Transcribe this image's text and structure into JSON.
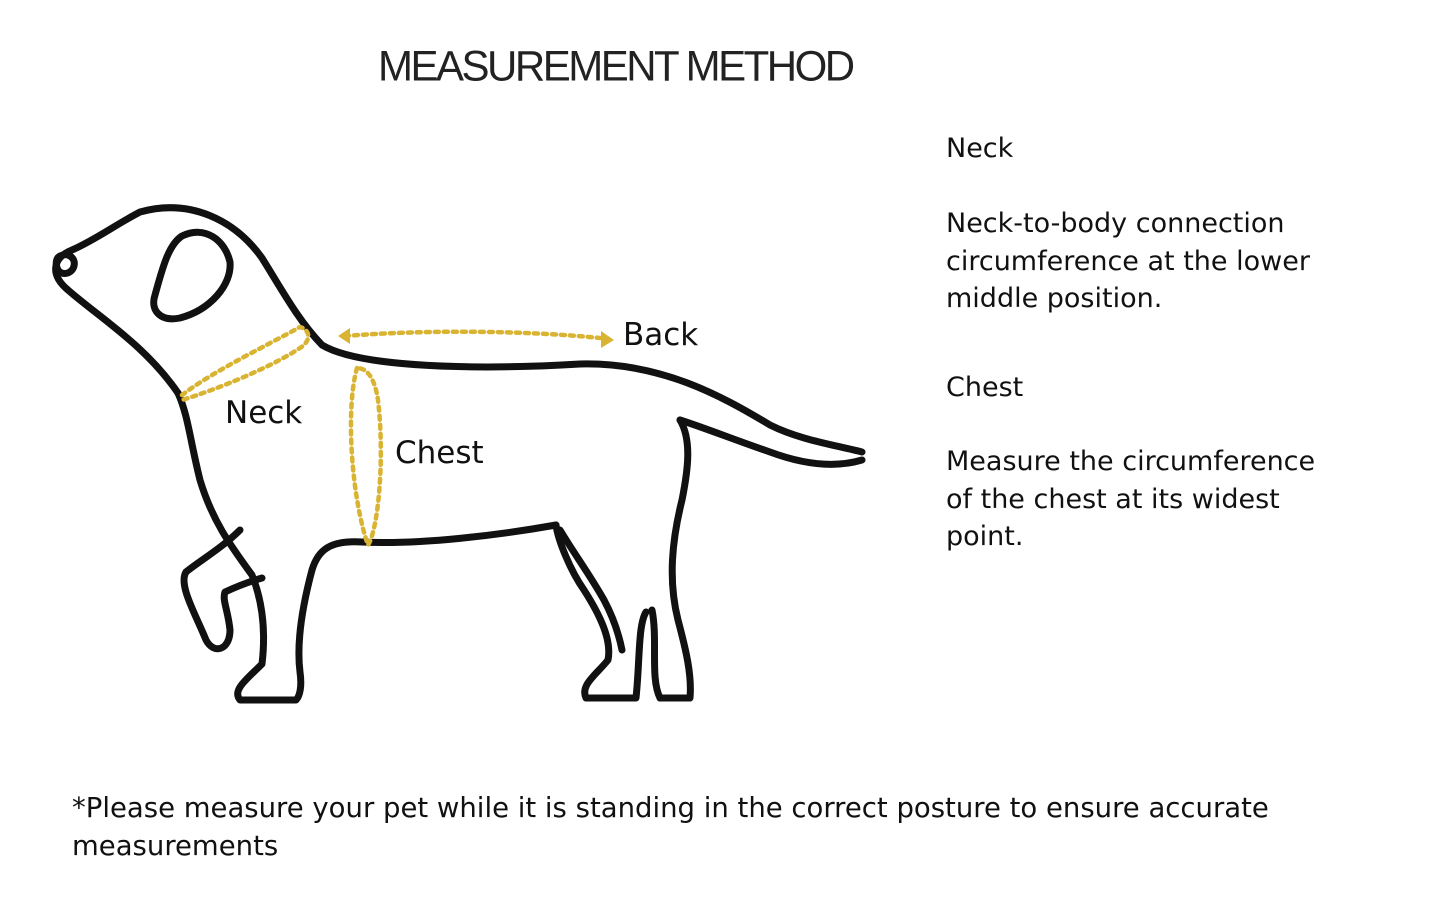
{
  "title": "MEASUREMENT METHOD",
  "labels": {
    "neck": "Neck",
    "chest": "Chest",
    "back": "Back"
  },
  "sidebar": {
    "neck_heading": "Neck",
    "neck_description": "Neck-to-body connection\ncircumference at the lower\nmiddle position.",
    "chest_heading": "Chest",
    "chest_description": "Measure the circumference\n of the chest at its widest\npoint."
  },
  "footnote": "*Please measure your pet while it is standing in the correct posture to ensure accurate measurements",
  "colors": {
    "outline": "#111111",
    "measure_line": "#d9b332"
  },
  "icons": {
    "figure": "dog-outline-illustration"
  }
}
